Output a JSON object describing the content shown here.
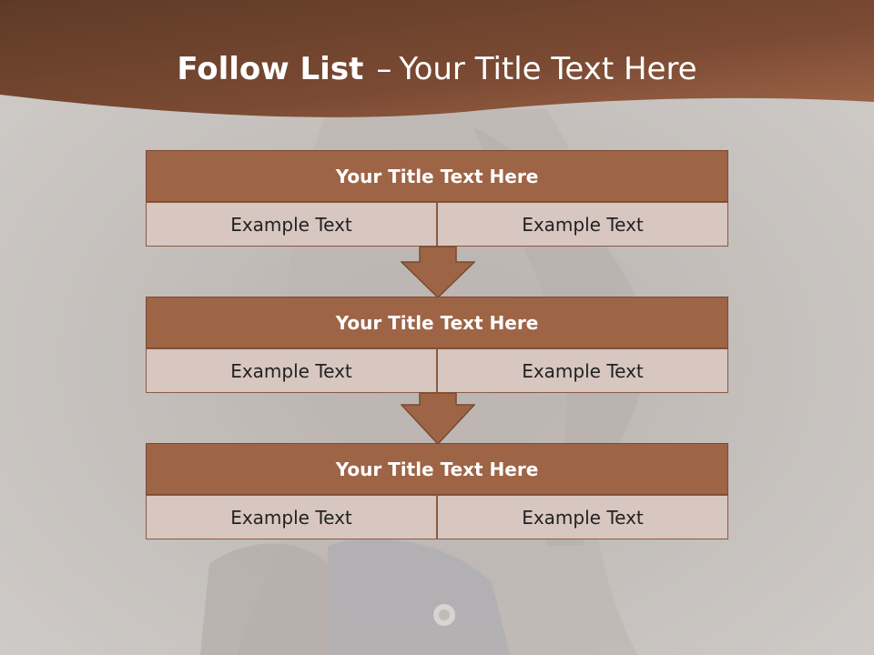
{
  "slide": {
    "title_bold": "Follow List",
    "title_dash": "–",
    "title_rest": "Your Title Text Here"
  },
  "blocks": [
    {
      "title": "Your Title Text Here",
      "left": "Example Text",
      "right": "Example Text"
    },
    {
      "title": "Your Title Text Here",
      "left": "Example Text",
      "right": "Example Text"
    },
    {
      "title": "Your Title Text Here",
      "left": "Example Text",
      "right": "Example Text"
    }
  ],
  "colors": {
    "band": "#8a5037",
    "box_fill": "#9e6446",
    "cell_fill": "#d8c6c0",
    "arrow_fill": "#9e6446"
  },
  "icons": [
    "down-arrow-icon",
    "down-arrow-icon"
  ]
}
